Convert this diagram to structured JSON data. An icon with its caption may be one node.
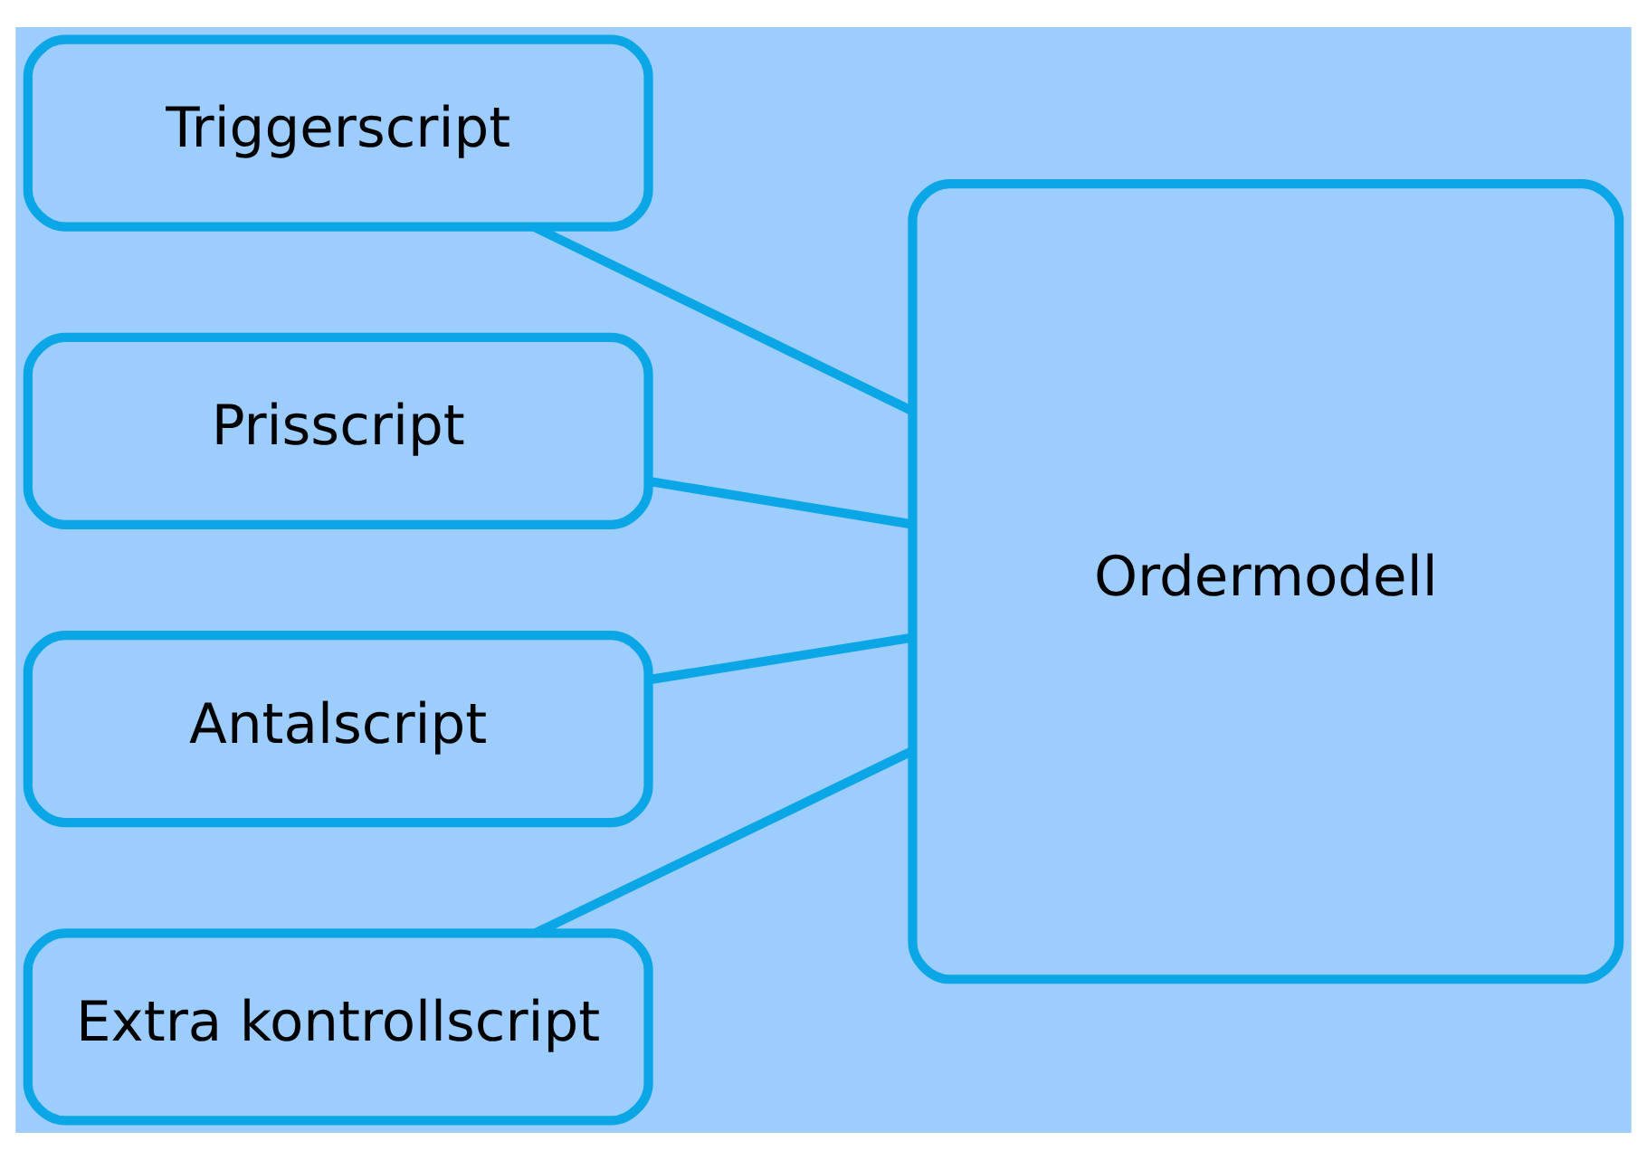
{
  "diagram": {
    "nodes": [
      {
        "text": [
          "Triggerscript"
        ]
      },
      {
        "text": [
          "Prisscript"
        ]
      },
      {
        "text": [
          "Antalscript"
        ]
      },
      {
        "text": [
          "Extra kontrollscript"
        ]
      },
      {
        "text": [
          "Ordermodell"
        ]
      }
    ],
    "edges": [
      {
        "from": 0,
        "to": 4,
        "arrow": "none"
      },
      {
        "from": 1,
        "to": 4,
        "arrow": "none"
      },
      {
        "from": 2,
        "to": 4,
        "arrow": "none"
      },
      {
        "from": 3,
        "to": 4,
        "arrow": "none"
      }
    ]
  }
}
